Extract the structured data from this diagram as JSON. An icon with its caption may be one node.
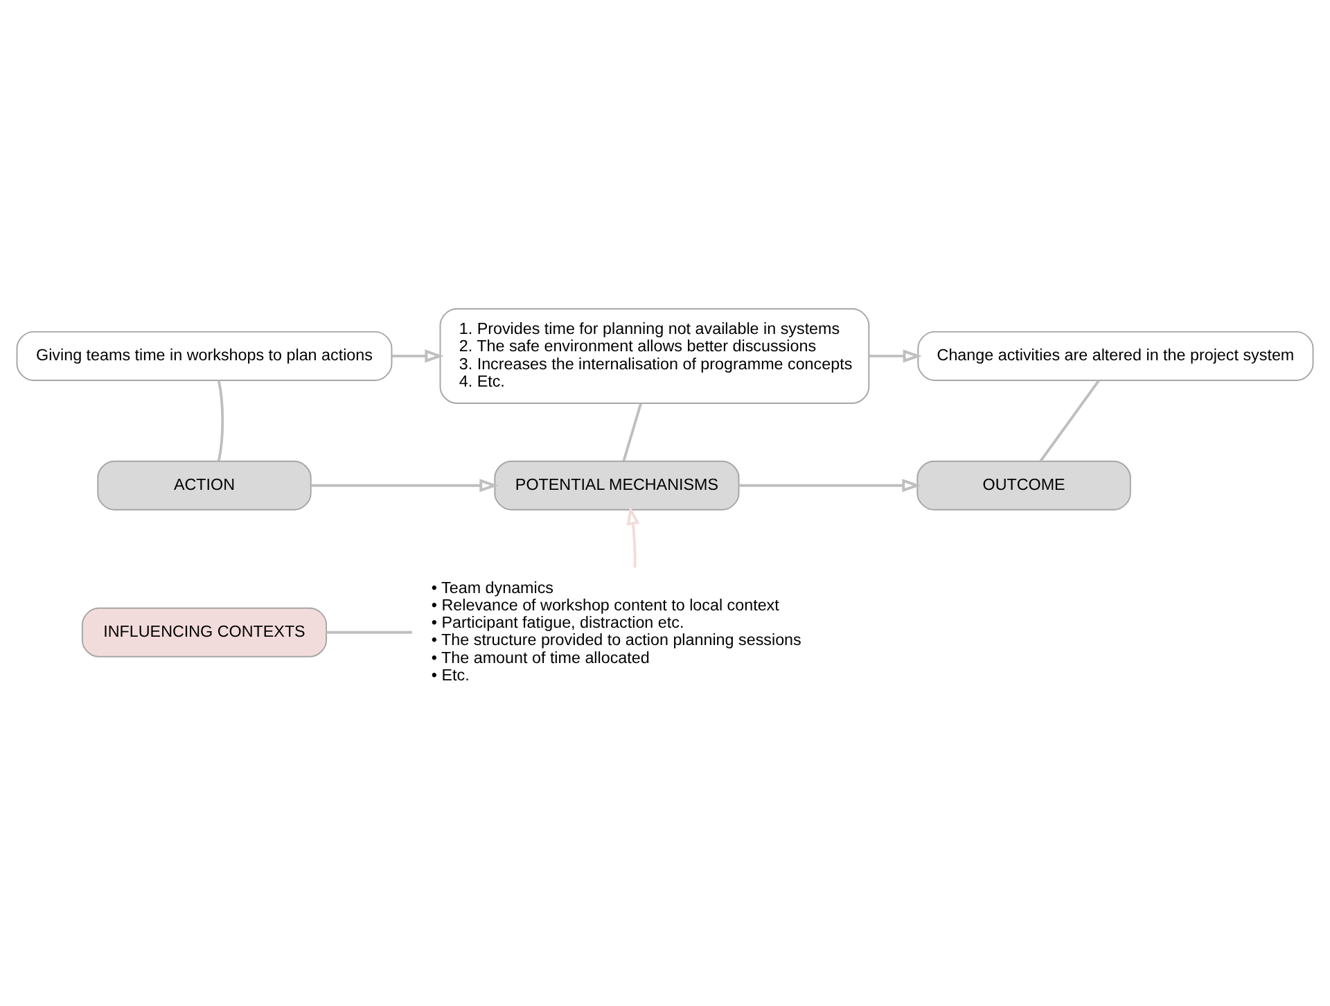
{
  "diagram": {
    "nodes": [
      {
        "text": [
          "Giving teams time in workshops to plan actions"
        ]
      },
      {
        "text": [
          "1. Provides time for planning not available in systems",
          "2. The safe environment allows better discussions",
          "3. Increases the internalisation of programme concepts",
          "4. Etc."
        ]
      },
      {
        "text": [
          "Change activities are altered in the project system"
        ]
      },
      {
        "text": [
          "ACTION"
        ]
      },
      {
        "text": [
          "POTENTIAL MECHANISMS"
        ]
      },
      {
        "text": [
          "OUTCOME"
        ]
      },
      {
        "text": [
          "INFLUENCING CONTEXTS"
        ]
      },
      {
        "text": [
          "• Team dynamics",
          "• Relevance of workshop content to local context",
          "• Participant fatigue, distraction etc.",
          "• The structure provided to action planning sessions",
          "• The amount of time allocated",
          "• Etc."
        ]
      }
    ],
    "edges": [
      {
        "from": 0,
        "to": 1,
        "arrow": "to"
      },
      {
        "from": 1,
        "to": 2,
        "arrow": "to"
      },
      {
        "from": 3,
        "to": 4,
        "arrow": "to"
      },
      {
        "from": 4,
        "to": 5,
        "arrow": "to"
      },
      {
        "from": 0,
        "to": 3,
        "arrow": "none"
      },
      {
        "from": 1,
        "to": 4,
        "arrow": "none"
      },
      {
        "from": 2,
        "to": 5,
        "arrow": "none"
      },
      {
        "from": 6,
        "to": 7,
        "arrow": "none"
      },
      {
        "from": 7,
        "to": 4,
        "arrow": "to",
        "color": "#f2dcdb"
      }
    ]
  }
}
